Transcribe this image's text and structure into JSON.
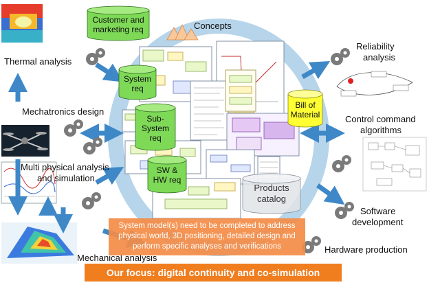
{
  "labels": {
    "thermal": "Thermal analysis",
    "mechatronics": "Mechatronics design",
    "multi1": "Multi physical analysis",
    "multi2": "and simulation",
    "mechanical": "Mechanical analysis",
    "concepts": "Concepts",
    "reliability1": "Reliability",
    "reliability2": "analysis",
    "control1": "Control command",
    "control2": "algorithms",
    "software1": "Software",
    "software2": "development",
    "hardware": "Hardware production"
  },
  "cylinders": {
    "customer": [
      "Customer and",
      "marketing req"
    ],
    "system": [
      "System",
      "req"
    ],
    "subsystem": [
      "Sub-",
      "System",
      "req"
    ],
    "swhw": [
      "SW &",
      "HW req"
    ],
    "bom": [
      "Bill of",
      "Material"
    ],
    "products": [
      "Products",
      "catalog"
    ]
  },
  "note": "System model(s) need to be completed to address physical world, 3D positioning, detailed design and perform specific analyses and verifications",
  "banner": "Our focus: digital continuity and co-simulation",
  "colors": {
    "ring": "#a9cde6",
    "arrow": "#3e88c8",
    "green_cylinder": "#7ed957",
    "yellow_cylinder": "#ffff33",
    "orange": "#f07d1e"
  }
}
